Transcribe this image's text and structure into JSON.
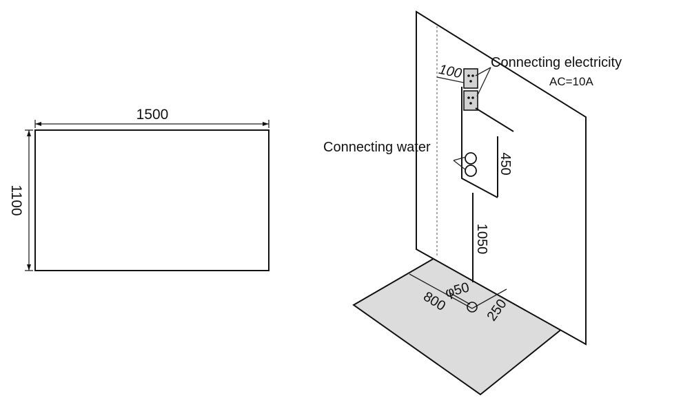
{
  "plan_view": {
    "width_dimension": "1500",
    "depth_dimension": "1100"
  },
  "installation_view": {
    "electric_offset_dimension": "100",
    "electricity_label": "Connecting electricity",
    "electricity_spec": "AC=10A",
    "water_label": "Connecting water",
    "water_box_height_dimension": "450",
    "water_height_dimension": "1050",
    "drain_diameter_label": "φ50",
    "drain_x_dimension": "800",
    "drain_y_dimension": "250"
  },
  "colors": {
    "line": "#111111",
    "floor_fill": "#dcdcdc",
    "wall_fill": "#ffffff",
    "socket_fill": "#d2d2d2"
  }
}
